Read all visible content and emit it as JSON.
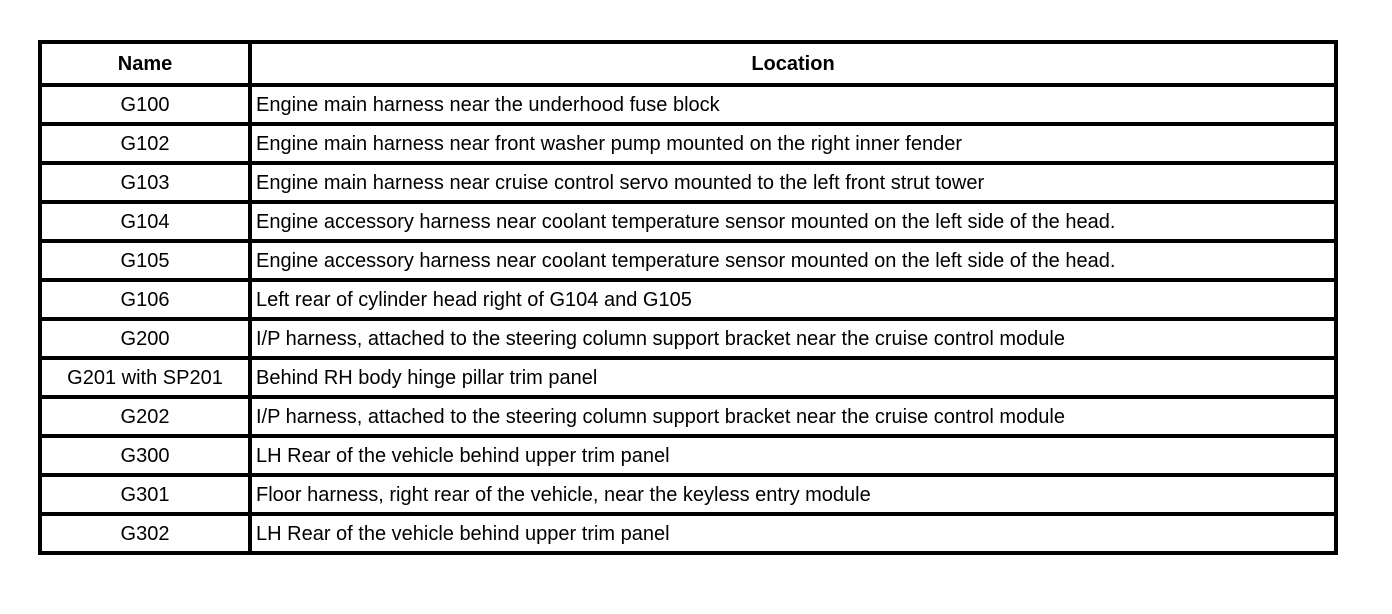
{
  "table": {
    "headers": {
      "name": "Name",
      "location": "Location"
    },
    "rows": [
      {
        "name": "G100",
        "location": "Engine main harness near the underhood fuse block"
      },
      {
        "name": "G102",
        "location": "Engine main harness near front washer pump mounted on the right inner fender"
      },
      {
        "name": "G103",
        "location": "Engine main harness near cruise control servo mounted to the left front strut tower"
      },
      {
        "name": "G104",
        "location": "Engine accessory harness near coolant temperature sensor mounted on the left side of the head."
      },
      {
        "name": "G105",
        "location": "Engine accessory harness near coolant temperature sensor mounted on the left side of the head."
      },
      {
        "name": "G106",
        "location": "Left rear of cylinder head right of G104 and G105"
      },
      {
        "name": "G200",
        "location": "I/P harness, attached to the steering column support bracket near the cruise control module"
      },
      {
        "name": "G201 with SP201",
        "location": "Behind RH body hinge pillar trim panel"
      },
      {
        "name": "G202",
        "location": "I/P harness, attached to the steering column support bracket near the cruise control module"
      },
      {
        "name": "G300",
        "location": "LH Rear of the vehicle behind upper trim panel"
      },
      {
        "name": "G301",
        "location": "Floor harness, right rear of the vehicle, near the keyless entry module"
      },
      {
        "name": "G302",
        "location": "LH Rear of the vehicle behind upper trim panel"
      }
    ],
    "colors": {
      "border": "#000000",
      "background": "#ffffff",
      "text": "#000000"
    }
  }
}
